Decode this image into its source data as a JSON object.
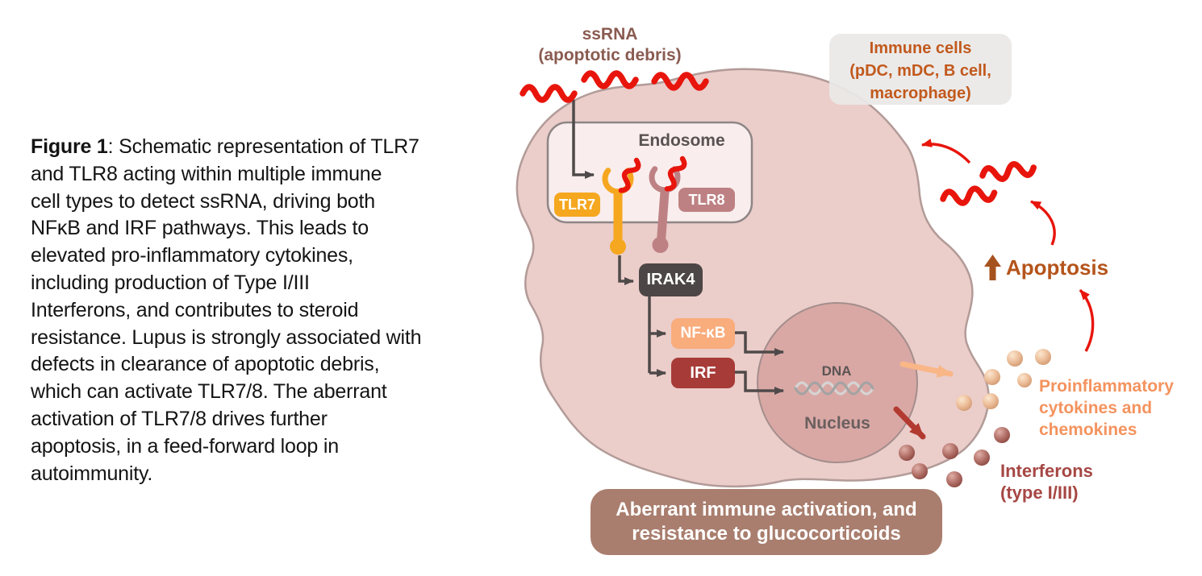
{
  "caption": {
    "bold": "Figure 1",
    "lines": [
      ": Schematic representation of TLR7",
      "and TLR8 acting within multiple immune",
      "cell types to detect ssRNA, driving both",
      "NFκB and IRF pathways. This leads to",
      "elevated pro-inflammatory cytokines,",
      "including production of Type I/III",
      "Interferons, and contributes to steroid",
      "resistance. Lupus is strongly associated with",
      "defects in clearance of apoptotic debris,",
      "which can activate TLR7/8. The aberrant",
      "activation of TLR7/8 drives further",
      "apoptosis, in a feed-forward loop in",
      "autoimmunity."
    ]
  },
  "diagram": {
    "ssrna_label": {
      "line1": "ssRNA",
      "line2": "(apoptotic debris)"
    },
    "immune_cells_box": {
      "line1": "Immune cells",
      "line2": "(pDC, mDC, B cell,",
      "line3": "macrophage)"
    },
    "endosome_label": "Endosome",
    "tlr7_badge": "TLR7",
    "tlr8_badge": "TLR8",
    "irak4_box": "IRAK4",
    "nfkb_box": "NF-κB",
    "irf_box": "IRF",
    "dna_label": "DNA",
    "nucleus_label": "Nucleus",
    "apoptosis_label": "Apoptosis",
    "proinflammatory_label": {
      "line1": "Proinflammatory",
      "line2": "cytokines and",
      "line3": "chemokines"
    },
    "interferons_label": {
      "line1": "Interferons",
      "line2": "(type I/III)"
    },
    "bottom_box": {
      "line1": "Aberrant immune activation, and",
      "line2": "resistance to glucocorticoids"
    }
  },
  "icons": {
    "ssrna_squiggle": "〰",
    "apoptosis_up_arrow": "⬆",
    "dna_helix": "xxxxxx",
    "tlr_receptor": "Y",
    "cytokine_sphere": "●",
    "interferon_sphere": "●"
  },
  "colors": {
    "cell_fill": "#EBCDCA",
    "cell_stroke": "#B29B98",
    "endosome_fill": "#F9EDED",
    "endosome_stroke": "#8E8686",
    "nucleus_fill": "#D9A8A5",
    "nucleus_stroke": "#A38E8C",
    "tlr7_orange": "#F5A71F",
    "tlr8_rose": "#BE8183",
    "irak4_gray": "#4C4646",
    "nfkb_peach": "#F9AC7C",
    "irf_red": "#A73B37",
    "bottom_box_brown": "#A97E6E",
    "immune_box_gray": "#E9E8E7",
    "immune_text_orange": "#C2591D",
    "ssrna_text_brown": "#8A5B50",
    "apoptosis_text": "#B5541B",
    "proinflammatory_text": "#F4935E",
    "interferons_text": "#A64744",
    "rna_red": "#E8150C",
    "connector_dark": "#4F4A4A",
    "cytokine_arrow_orange": "#F9B687",
    "interferon_arrow_red": "#B23A30",
    "sphere_tan": "#EDBF9B",
    "sphere_maroon": "#B4736B"
  }
}
